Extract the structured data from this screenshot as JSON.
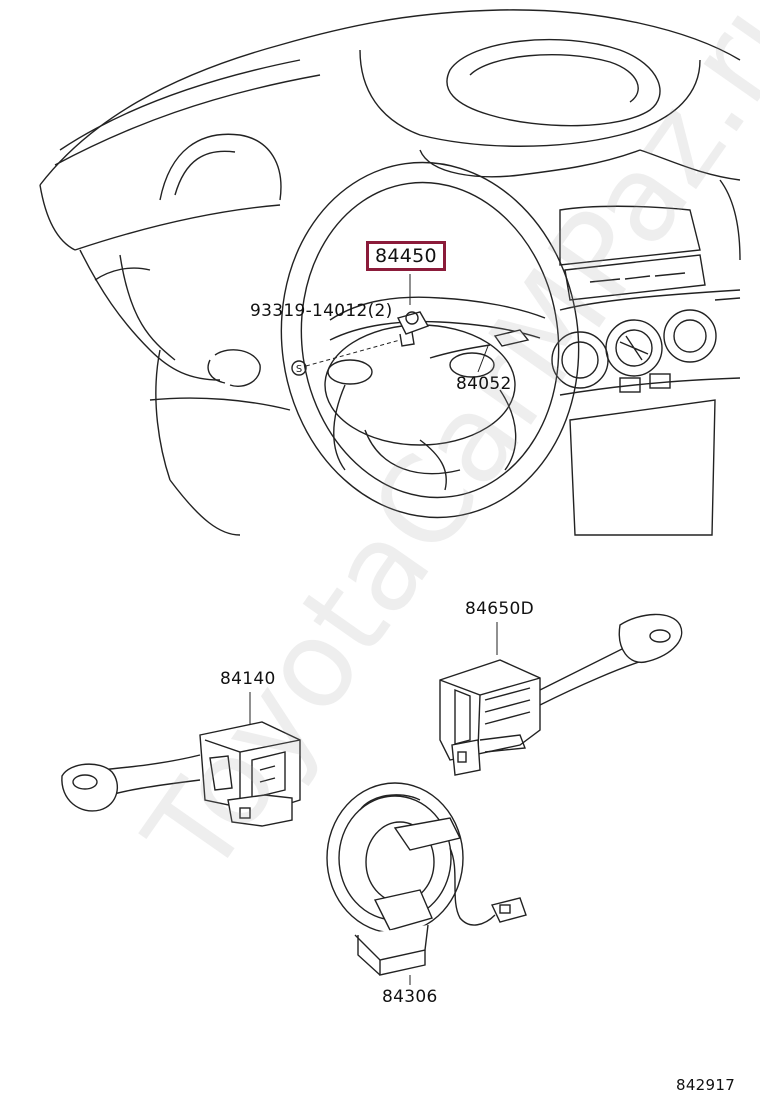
{
  "labels": {
    "part_84450": "84450",
    "part_93319": "93319-14012(2)",
    "part_84052": "84052",
    "part_84650D": "84650D",
    "part_84140": "84140",
    "part_84306": "84306",
    "diagram_number": "842917"
  },
  "watermark": "ToyotaCarMPaz.ru",
  "colors": {
    "highlight": "#8b1b3a",
    "line": "#222222"
  }
}
